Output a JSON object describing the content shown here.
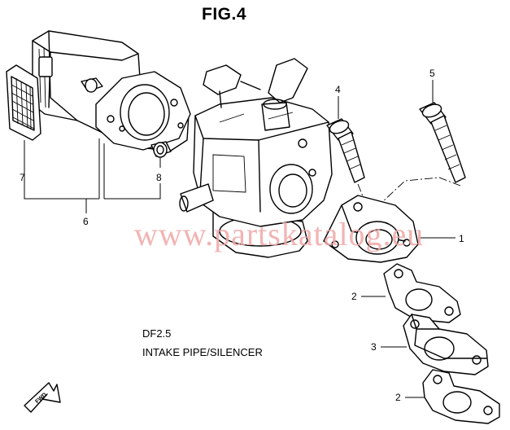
{
  "figure": {
    "title": "FIG.4"
  },
  "caption": {
    "model": "DF2.5",
    "section": "INTAKE PIPE/SILENCER"
  },
  "watermark": {
    "text": "www.partskatalog.eu"
  },
  "direction_badge": {
    "label": "FWD"
  },
  "callouts": [
    "1",
    "2",
    "2",
    "3",
    "4",
    "5",
    "6",
    "7",
    "8"
  ]
}
